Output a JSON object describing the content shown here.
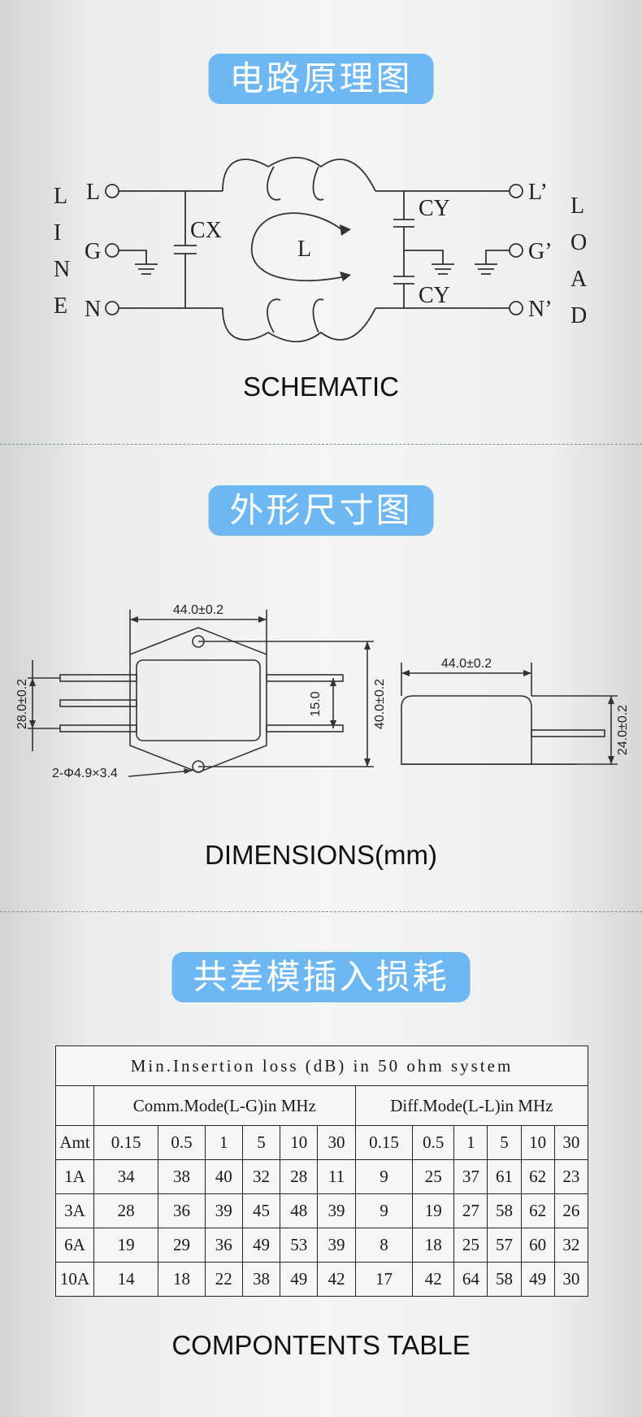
{
  "schematic": {
    "heading": "电路原理图",
    "caption": "SCHEMATIC",
    "labels": {
      "line": [
        "L",
        "I",
        "N",
        "E"
      ],
      "load": [
        "L",
        "O",
        "A",
        "D"
      ],
      "in_l": "L",
      "in_g": "G",
      "in_n": "N",
      "out_l": "L’",
      "out_g": "G’",
      "out_n": "N’",
      "cx": "CX",
      "cy_top": "CY",
      "cy_bottom": "CY",
      "inductor": "L"
    }
  },
  "dimensions": {
    "heading": "外形尺寸图",
    "caption": "DIMENSIONS(mm)",
    "labels": {
      "front_width": "44.0±0.2",
      "side_width": "44.0±0.2",
      "pin_span": "28.0±0.2",
      "body_height": "40.0±0.2",
      "pin_pitch": "15.0",
      "side_height": "24.0±0.2",
      "holes": "2-Φ4.9×3.4"
    }
  },
  "insertion_loss": {
    "heading": "共差模插入损耗",
    "caption": "COMPONTENTS TABLE",
    "title": "Min.Insertion loss (dB) in 50 ohm system",
    "comm_mode": "Comm.Mode(L-G)in MHz",
    "diff_mode": "Diff.Mode(L-L)in MHz",
    "header": [
      "Amt",
      "0.15",
      "0.5",
      "1",
      "5",
      "10",
      "30",
      "0.15",
      "0.5",
      "1",
      "5",
      "10",
      "30"
    ],
    "rows": [
      [
        "1A",
        "34",
        "38",
        "40",
        "32",
        "28",
        "11",
        "9",
        "25",
        "37",
        "61",
        "62",
        "23"
      ],
      [
        "3A",
        "28",
        "36",
        "39",
        "45",
        "48",
        "39",
        "9",
        "19",
        "27",
        "58",
        "62",
        "26"
      ],
      [
        "6A",
        "19",
        "29",
        "36",
        "49",
        "53",
        "39",
        "8",
        "18",
        "25",
        "57",
        "60",
        "32"
      ],
      [
        "10A",
        "14",
        "18",
        "22",
        "38",
        "49",
        "42",
        "17",
        "42",
        "64",
        "58",
        "49",
        "30"
      ]
    ]
  }
}
